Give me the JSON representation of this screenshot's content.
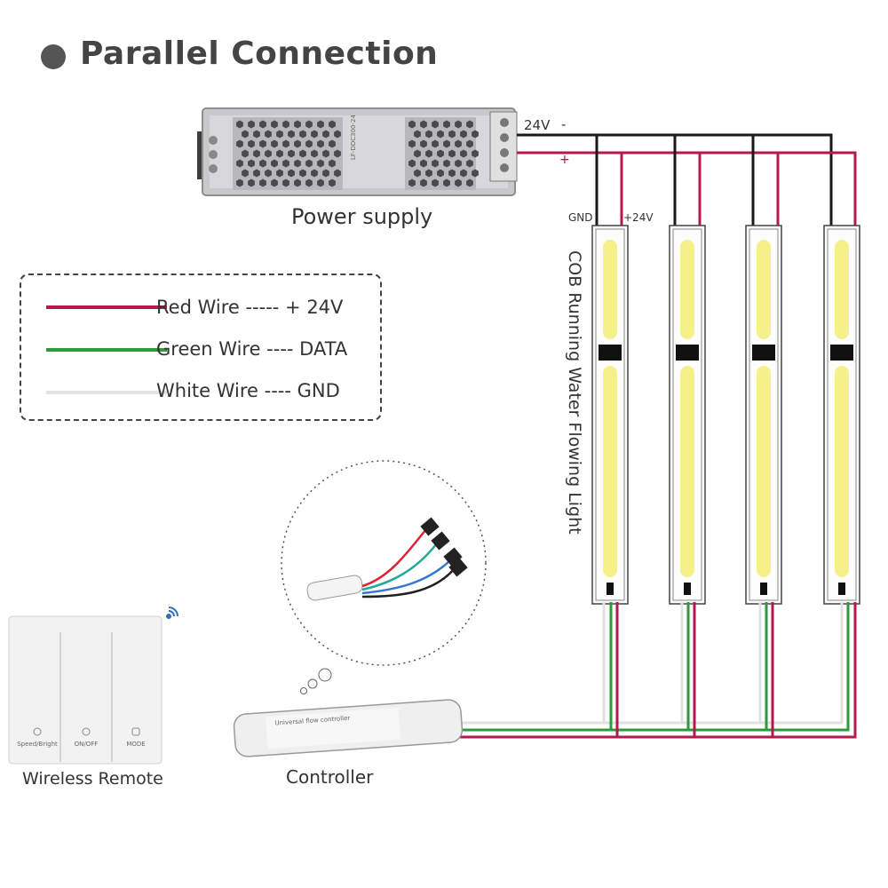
{
  "title": "Parallel Connection",
  "power_supply": {
    "caption": "Power supply",
    "model": "LF-DDC300-24",
    "voltage_label": "24V",
    "minus": "-",
    "plus": "+"
  },
  "legend": {
    "items": [
      {
        "text": "Red Wire ----- + 24V",
        "color": "#b5174e"
      },
      {
        "text": "Green Wire ---- DATA",
        "color": "#2e9a3a"
      },
      {
        "text": "White Wire ---- GND",
        "color": "#e2e2e2"
      }
    ]
  },
  "strip": {
    "gnd": "GND",
    "plus24": "+24V",
    "label": "COB Running Water Flowing Light"
  },
  "controller": {
    "caption": "Controller",
    "body_text": "Universal flow controller"
  },
  "remote": {
    "caption": "Wireless Remote",
    "buttons": [
      "Speed/Bright",
      "ON/OFF",
      "MODE"
    ]
  },
  "colors": {
    "red": "#b5174e",
    "black": "#1a1a1a",
    "green": "#2e9a3a",
    "white": "#e4e4e4",
    "cob": "#f5f08a"
  }
}
